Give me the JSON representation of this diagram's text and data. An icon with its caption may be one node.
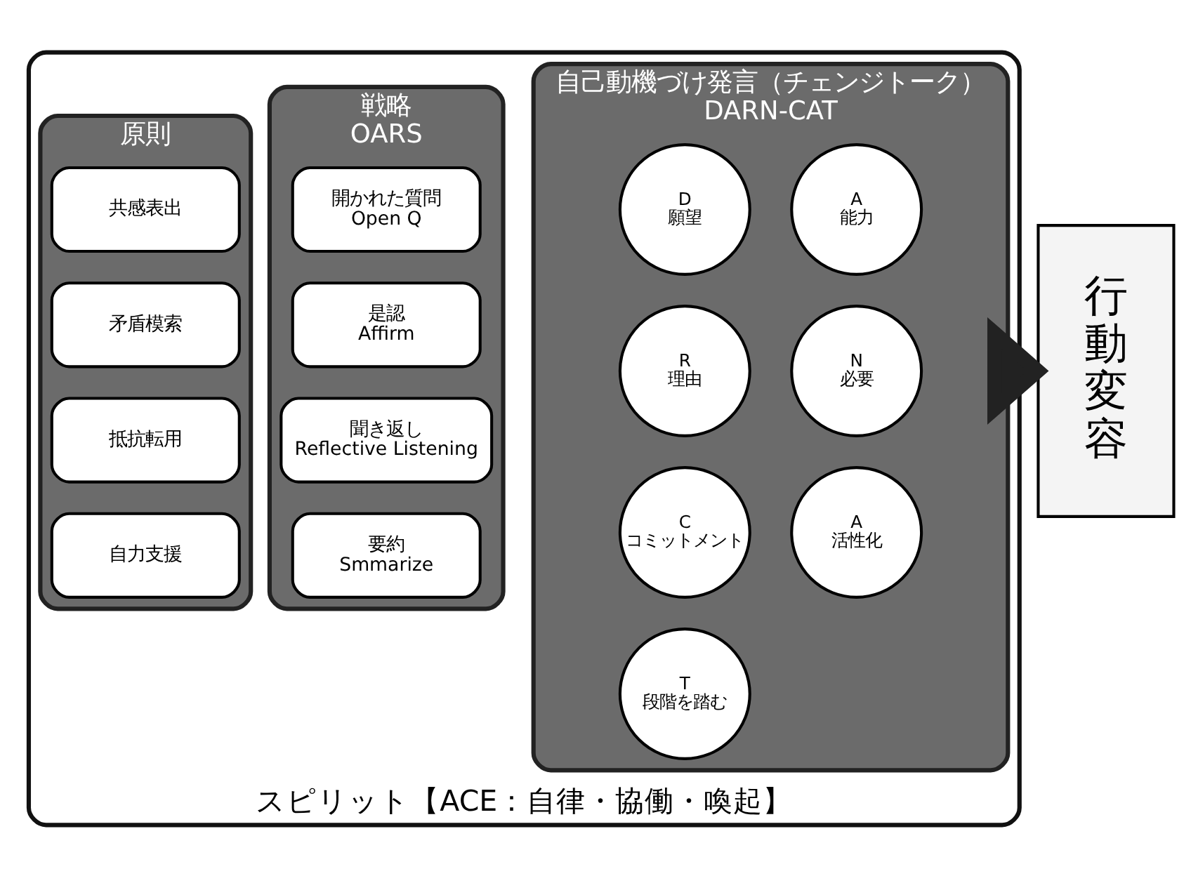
{
  "diagram": {
    "nodes": [
      {
        "text": [
          "スピリット【ACE：自律・協働・喚起】"
        ]
      },
      {
        "text": [
          "原則"
        ],
        "in": 0
      },
      {
        "text": [
          "共感表出"
        ],
        "in": 1
      },
      {
        "text": [
          "矛盾模索"
        ],
        "in": 1
      },
      {
        "text": [
          "抵抗転用"
        ],
        "in": 1
      },
      {
        "text": [
          "自力支援"
        ],
        "in": 1
      },
      {
        "text": [
          "戦略",
          "OARS"
        ],
        "in": 0
      },
      {
        "text": [
          "開かれた質問",
          "Open Q"
        ],
        "in": 6
      },
      {
        "text": [
          "是認",
          "Affirm"
        ],
        "in": 6
      },
      {
        "text": [
          "聞き返し",
          "Reflective Listening"
        ],
        "in": 6
      },
      {
        "text": [
          "要約",
          "Smmarize"
        ],
        "in": 6
      },
      {
        "text": [
          "自己動機づけ発言（チェンジトーク）",
          "DARN-CAT"
        ],
        "in": 0
      },
      {
        "text": [
          "D",
          "願望"
        ],
        "in": 11
      },
      {
        "text": [
          "A",
          "能力"
        ],
        "in": 11
      },
      {
        "text": [
          "R",
          "理由"
        ],
        "in": 11
      },
      {
        "text": [
          "N",
          "必要"
        ],
        "in": 11
      },
      {
        "text": [
          "C",
          "コミットメント"
        ],
        "in": 11
      },
      {
        "text": [
          "A",
          "活性化"
        ],
        "in": 11
      },
      {
        "text": [
          "T",
          "段階を踏む"
        ],
        "in": 11
      },
      {
        "text": [
          "行動変容"
        ]
      }
    ],
    "edges": [
      {
        "from": 0,
        "to": 19,
        "arrow": "to",
        "style": "thick"
      }
    ]
  }
}
